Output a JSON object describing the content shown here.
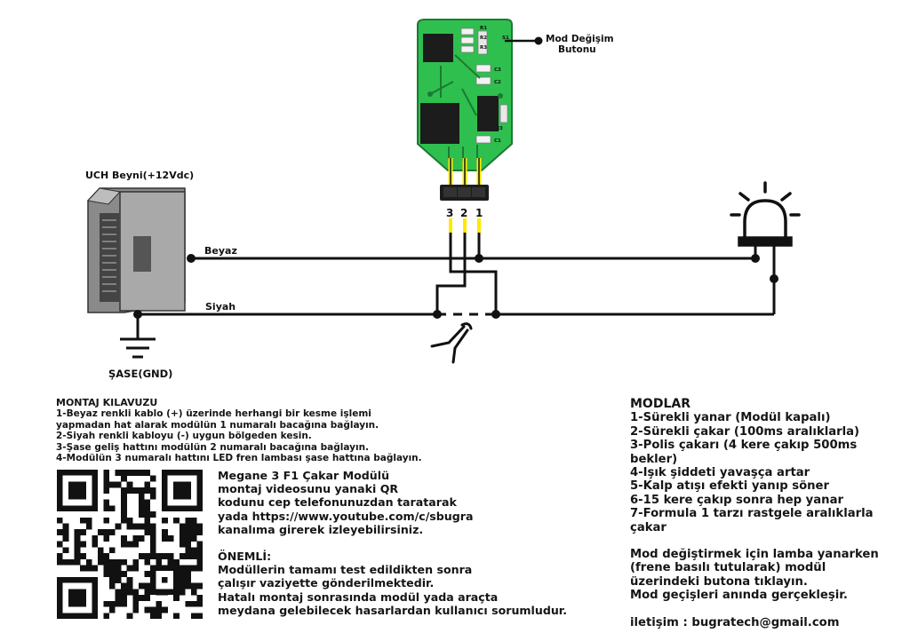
{
  "diagram": {
    "mode_button_label_1": "Mod Değişim",
    "mode_button_label_2": "Butonu",
    "ecu_label": "UCH Beyni(+12Vdc)",
    "wire_white": "Beyaz",
    "wire_black": "Siyah",
    "ground_label": "ŞASE(GND)",
    "pin_3": "3",
    "pin_2": "2",
    "pin_1": "1",
    "pcb_labels": [
      "R1",
      "R2",
      "R3",
      "S1",
      "C3",
      "C2",
      "J3",
      "C1"
    ]
  },
  "guide": {
    "title": "MONTAJ KILAVUZU",
    "steps": [
      "1-Beyaz renkli kablo (+) üzerinde herhangi bir kesme işlemi",
      "yapmadan hat alarak modülün 1 numaralı bacağına bağlayın.",
      "2-Siyah renkli kabloyu (-) uygun bölgeden kesin.",
      "3-Şase geliş hattını modülün 2 numaralı bacağına bağlayın.",
      "4-Modülün 3 numaralı hattını LED fren lambası şase hattına bağlayın."
    ]
  },
  "info": {
    "video_lines": [
      "Megane 3 F1 Çakar Modülü",
      "montaj videosunu yanaki QR",
      "kodunu cep telefonunuzdan taratarak",
      "yada https://www.youtube.com/c/sbugra",
      "kanalıma girerek izleyebilirsiniz."
    ],
    "important_title": "ÖNEMLİ:",
    "important_lines": [
      "Modüllerin tamamı test edildikten sonra",
      "çalışır vaziyette gönderilmektedir.",
      "Hatalı montaj sonrasında modül yada araçta",
      "meydana gelebilecek hasarlardan kullanıcı sorumludur."
    ]
  },
  "modes": {
    "title": "MODLAR",
    "items": [
      "1-Sürekli yanar (Modül kapalı)",
      "2-Sürekli çakar (100ms aralıklarla)",
      "3-Polis çakarı (4 kere çakıp 500ms bekler)",
      "4-Işık şiddeti yavaşça artar",
      "5-Kalp atışı efekti yanıp söner",
      "6-15 kere çakıp sonra hep yanar",
      "7-Formula 1 tarzı rastgele aralıklarla çakar"
    ],
    "note_lines": [
      "Mod değiştirmek için lamba yanarken",
      "(frene basılı tutularak) modül",
      "üzerindeki butona tıklayın.",
      "Mod geçişleri anında gerçekleşir."
    ],
    "contact": "iletişim : bugratech@gmail.com"
  },
  "colors": {
    "pcb": "#2fbf4f",
    "pcb_edge": "#1b7a32",
    "chip": "#1c1c1c",
    "pin_highlight": "#ffe800",
    "wire": "#111111"
  },
  "icons": [
    "brake-lamp-icon",
    "ground-symbol-icon",
    "wire-cutter-icon",
    "qr-code-icon"
  ]
}
